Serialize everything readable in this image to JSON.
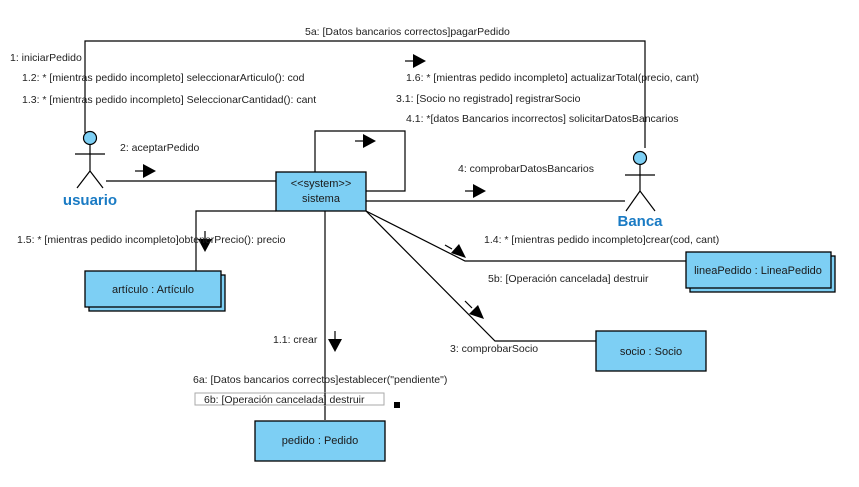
{
  "diagram": {
    "type": "UML communication diagram",
    "colors": {
      "object_fill": "#7dcff4",
      "actor_head_fill": "#7dcff4",
      "actor_name": "#1a7bc4",
      "line": "#000000"
    },
    "actors": [
      {
        "id": "usuario",
        "name": "usuario"
      },
      {
        "id": "banca",
        "name": "Banca"
      }
    ],
    "objects": [
      {
        "id": "sistema",
        "stereotype": "<<system>>",
        "name": "sistema",
        "multi": false
      },
      {
        "id": "articulo",
        "name": "artículo : Artículo",
        "multi": true
      },
      {
        "id": "lineaPedido",
        "name": "lineaPedido : LineaPedido",
        "multi": true
      },
      {
        "id": "socio",
        "name": "socio : Socio",
        "multi": false
      },
      {
        "id": "pedido",
        "name": "pedido : Pedido",
        "multi": false
      }
    ],
    "messages": {
      "m5a": "5a: [Datos bancarios correctos]pagarPedido",
      "m1": "1: iniciarPedido",
      "m12": "1.2: * [mientras pedido incompleto] seleccionarArticulo(): cod",
      "m13": "1.3: * [mientras pedido incompleto] SeleccionarCantidad(): cant",
      "m16": "1.6: * [mientras pedido incompleto] actualizarTotal(precio, cant)",
      "m31": "3.1: [Socio no registrado] registrarSocio",
      "m41": "4.1: *[datos Bancarios incorrectos] solicitarDatosBancarios",
      "m2": "2: aceptarPedido",
      "m4": "4: comprobarDatosBancarios",
      "m15": "1.5: * [mientras pedido incompleto]obtenerPrecio(): precio",
      "m14": "1.4: * [mientras pedido incompleto]crear(cod, cant)",
      "m5b": "5b: [Operación cancelada] destruir",
      "m3": "3: comprobarSocio",
      "m11": "1.1: crear",
      "m6a": "6a: [Datos bancarios correctos]establecer(\"pendiente\")",
      "m6b": "6b: [Operación cancelada] destruir"
    }
  }
}
